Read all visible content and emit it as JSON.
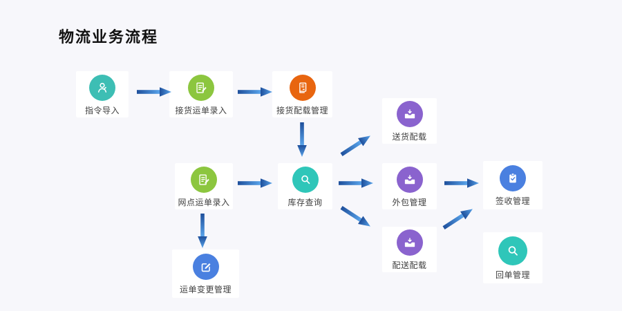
{
  "title": "物流业务流程",
  "canvas": {
    "background": "#f7f7fb",
    "card_background": "#ffffff"
  },
  "arrow": {
    "color_start": "#1e4f9b",
    "color_end": "#58a3ea"
  },
  "nodes": [
    {
      "id": "instruction-import",
      "label": "指令导入",
      "icon": "user-icon",
      "color": "#3dbeb4"
    },
    {
      "id": "pickup-waybill-entry",
      "label": "接货运单录入",
      "icon": "edit-note-icon",
      "color": "#8cc63f"
    },
    {
      "id": "pickup-stowage-mgmt",
      "label": "接货配载管理",
      "icon": "ledger-icon",
      "color": "#e8650f"
    },
    {
      "id": "delivery-stowage",
      "label": "送货配载",
      "icon": "inbox-icon",
      "color": "#8a63ce"
    },
    {
      "id": "branch-waybill-entry",
      "label": "网点运单录入",
      "icon": "edit-note-icon",
      "color": "#8cc63f"
    },
    {
      "id": "inventory-query",
      "label": "库存查询",
      "icon": "search-icon",
      "color": "#2fc6b9"
    },
    {
      "id": "outsourcing-mgmt",
      "label": "外包管理",
      "icon": "inbox-icon",
      "color": "#8a63ce"
    },
    {
      "id": "signoff-mgmt",
      "label": "签收管理",
      "icon": "clipboard-check-icon",
      "color": "#4a80e0"
    },
    {
      "id": "distribution-stowage",
      "label": "配送配载",
      "icon": "inbox-icon",
      "color": "#8a63ce"
    },
    {
      "id": "receipt-mgmt",
      "label": "回单管理",
      "icon": "search-icon",
      "color": "#2fc6b9"
    },
    {
      "id": "waybill-change-mgmt",
      "label": "运单变更管理",
      "icon": "edit-square-icon",
      "color": "#4a80e0"
    }
  ]
}
